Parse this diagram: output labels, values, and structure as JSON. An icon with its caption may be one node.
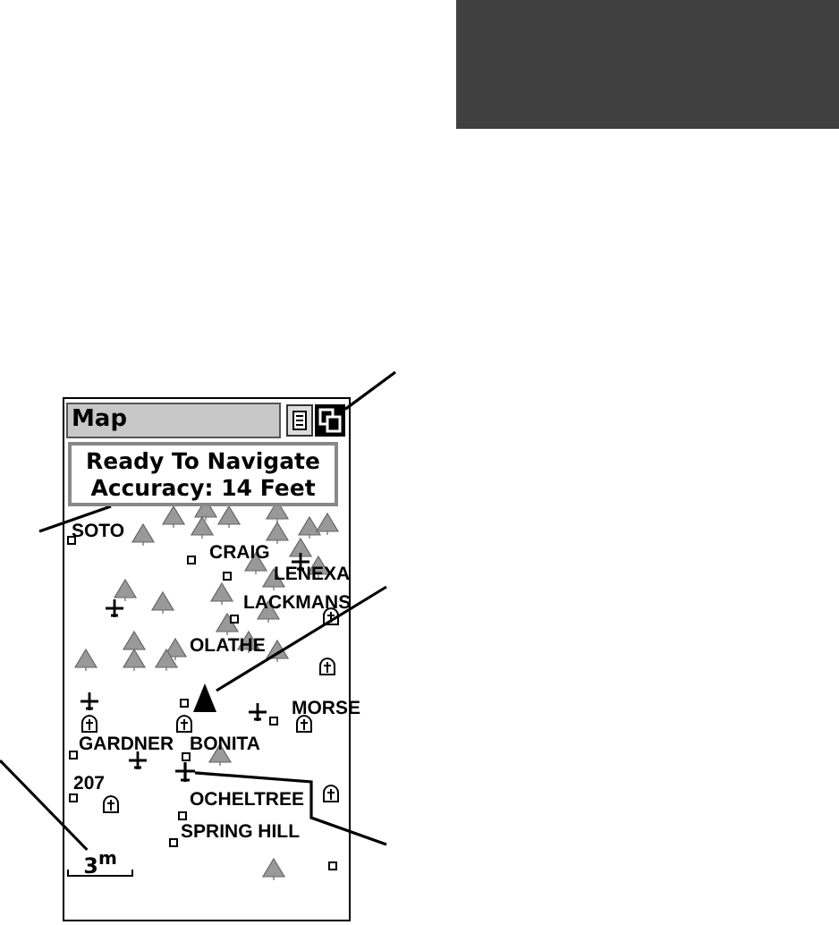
{
  "diagram": {
    "nodes": [
      {
        "text": [],
        "shape": "picture"
      },
      {
        "text": [
          "Ready To Navigate Accuracy: 14 Feet"
        ]
      },
      {
        "text": [],
        "shape": "triangle"
      },
      {
        "text": [],
        "shape": "picture"
      },
      {
        "text": [
          "3$^{m}$"
        ]
      }
    ],
    "edges": [
      {
        "from": null,
        "to": 0,
        "arrow": "none"
      },
      {
        "from": null,
        "to": 1,
        "arrow": "none"
      },
      {
        "from": null,
        "to": 2,
        "arrow": "none"
      },
      {
        "from": null,
        "to": 4,
        "arrow": "none"
      },
      {
        "from": null,
        "to": 3,
        "arrow": "none"
      }
    ],
    "labels": [
      "Map",
      "SOTO",
      "CRAIG",
      "LENEXA",
      "LACKMANS",
      "OLATHE",
      "MORSE",
      "GARDNER",
      "BONITA",
      "207",
      "OCHELTREE",
      "SPRING HILL"
    ]
  }
}
